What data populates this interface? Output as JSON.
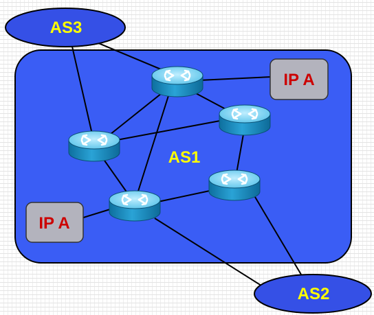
{
  "diagram": {
    "center_label": "AS1",
    "external_as": [
      "AS3",
      "AS2"
    ],
    "hosts": [
      "IP A",
      "IP A"
    ],
    "colors": {
      "as1_fill": "#3a5df5",
      "as_oval_fill": "#3550e6",
      "as_label": "#ffff00",
      "host_box_fill": "#b3b3bd",
      "host_label": "#cc0000",
      "router_top": "#7fd6f0",
      "router_body": "#1e8fc4",
      "link": "#000000"
    },
    "icons": [
      "router-icon"
    ]
  }
}
